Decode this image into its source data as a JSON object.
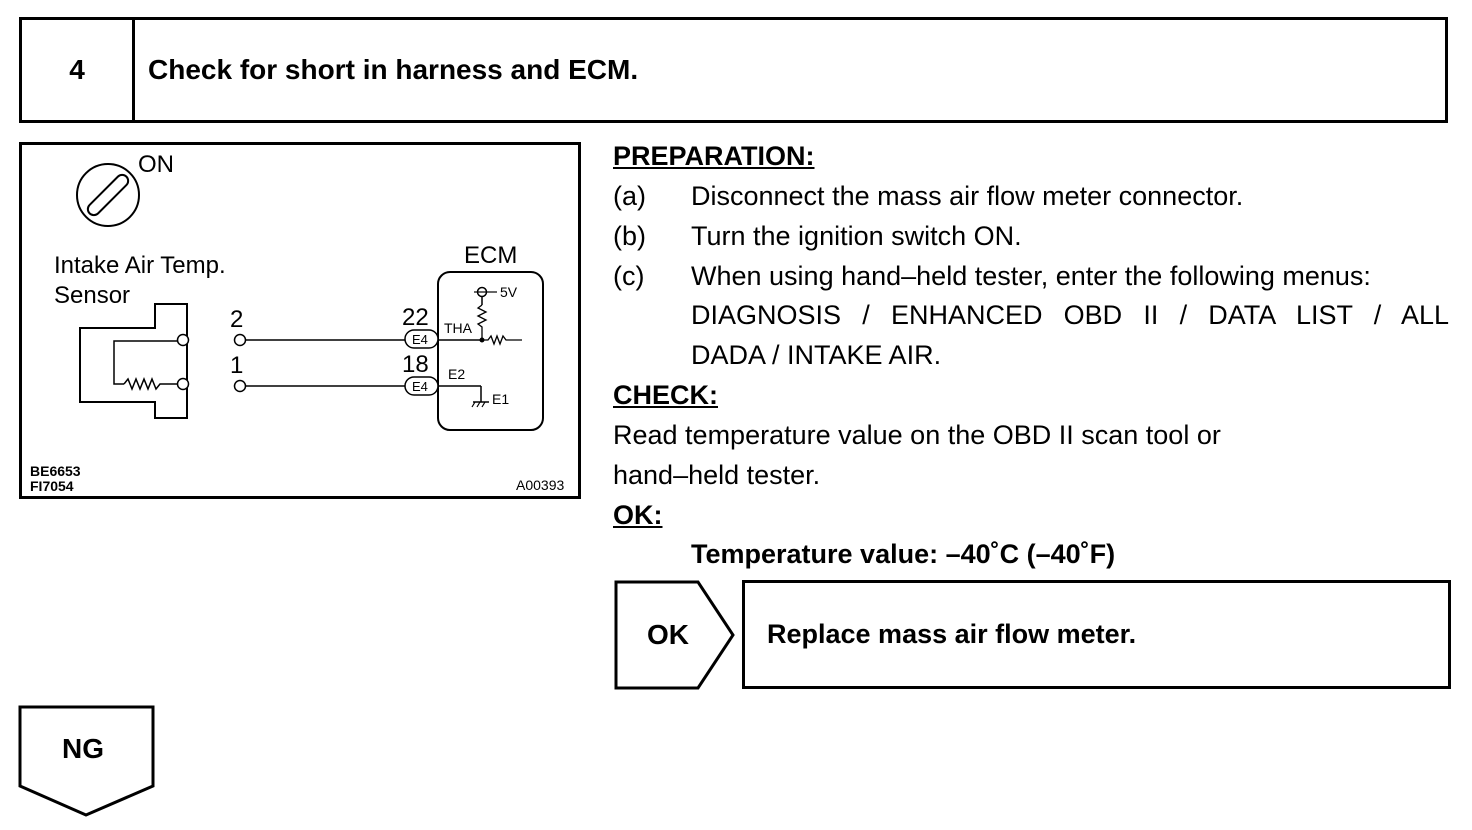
{
  "step": {
    "number": "4",
    "title": "Check for short in harness and ECM."
  },
  "diagram": {
    "ignition_label": "ON",
    "sensor_label_line1": "Intake Air Temp.",
    "sensor_label_line2": "Sensor",
    "ecm_label": "ECM",
    "pin_2": "2",
    "pin_1": "1",
    "pin_22": "22",
    "pin_18": "18",
    "connector_top": "E4",
    "connector_bottom": "E4",
    "tha_label": "THA",
    "voltage_label": "5V",
    "e2_label": "E2",
    "e1_label": "E1",
    "code_1": "BE6653",
    "code_2": "FI7054",
    "code_3": "A00393"
  },
  "procedure": {
    "preparation_header": "PREPARATION:",
    "steps": [
      {
        "letter": "(a)",
        "text": "Disconnect the mass air flow meter connector."
      },
      {
        "letter": "(b)",
        "text": "Turn the ignition switch ON."
      },
      {
        "letter": "(c)",
        "text": "When using hand–held tester, enter the following menus:"
      }
    ],
    "menu_line1": "DIAGNOSIS / ENHANCED OBD II / DATA LIST / ALL",
    "menu_line2": "DADA / INTAKE AIR.",
    "check_header": "CHECK:",
    "check_line1": "Read temperature value on the OBD II scan tool or",
    "check_line2": "hand–held  tester.",
    "ok_header": "OK:",
    "ok_value": "Temperature value:  –40˚C (–40˚F)"
  },
  "ok_branch": {
    "label": "OK",
    "result": "Replace mass air flow meter."
  },
  "ng_branch": {
    "label": "NG"
  }
}
